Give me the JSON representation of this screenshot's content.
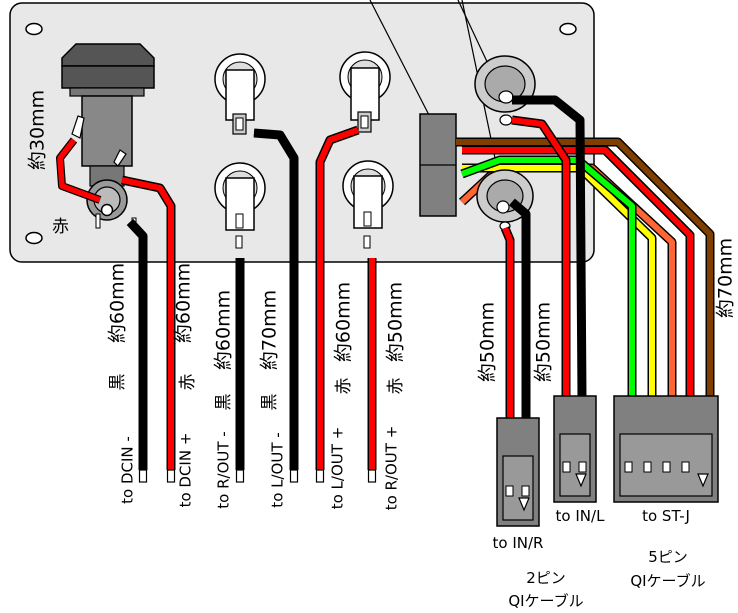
{
  "colors": {
    "panel": "#e8e8e8",
    "red": "#ff0000",
    "black": "#000000",
    "green": "#00ff00",
    "yellow": "#ffff00",
    "orange": "#ff6633",
    "brown": "#7f3f00",
    "connector": "#808080"
  },
  "dcjack": {
    "length_label": "約30mm",
    "color_label": "赤"
  },
  "wires": [
    {
      "length": "約60mm",
      "color_name": "黒",
      "dest": "to DCIN -"
    },
    {
      "length": "約60mm",
      "color_name": "赤",
      "dest": "to DCIN +"
    },
    {
      "length": "約60mm",
      "color_name": "黒",
      "dest": "to R/OUT -"
    },
    {
      "length": "約70mm",
      "color_name": "黒",
      "dest": "to L/OUT -"
    },
    {
      "length": "約60mm",
      "color_name": "赤",
      "dest": "to L/OUT +"
    },
    {
      "length": "約50mm",
      "color_name": "赤",
      "dest": "to R/OUT +"
    }
  ],
  "switch_wires": [
    {
      "length": "約50mm"
    },
    {
      "length": "約50mm"
    }
  ],
  "bundle_length": "約70mm",
  "connectors": {
    "in_r": "to IN/R",
    "in_l": "to IN/L",
    "st_j": "to ST-J",
    "two_pin_line1": "2ピン",
    "two_pin_line2": "QIケーブル",
    "five_pin_line1": "5ピン",
    "five_pin_line2": "QIケーブル"
  }
}
